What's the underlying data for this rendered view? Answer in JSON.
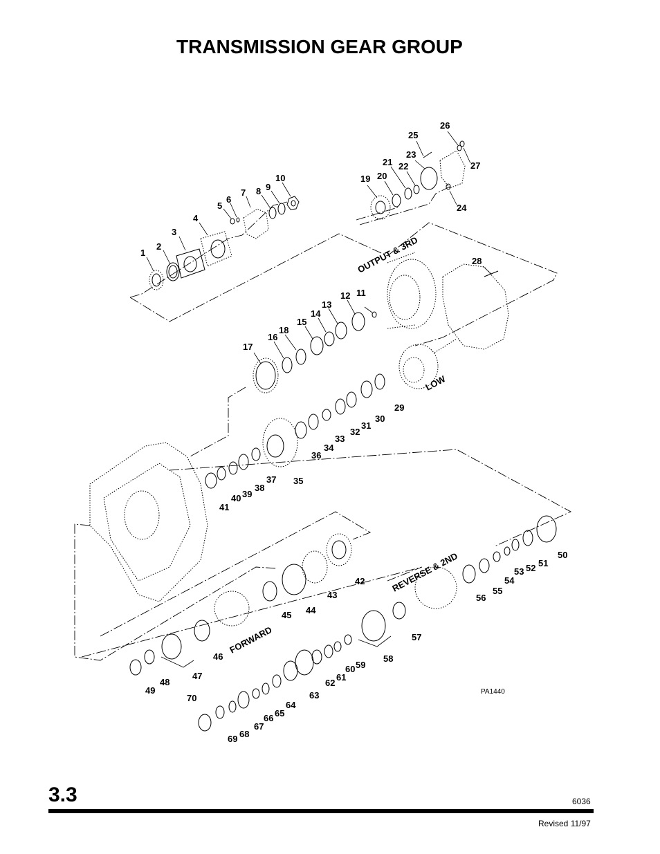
{
  "page": {
    "title": "TRANSMISSION GEAR GROUP",
    "section": "3.3",
    "doc_number": "6036",
    "revised": "Revised 11/97"
  },
  "diagram": {
    "figure_code": "PA1440",
    "groups": [
      {
        "name": "output_3rd",
        "label": "OUTPUT & 3RD"
      },
      {
        "name": "low",
        "label": "LOW"
      },
      {
        "name": "reverse_2nd",
        "label": "REVERSE & 2ND"
      },
      {
        "name": "forward",
        "label": "FORWARD"
      }
    ],
    "callouts": [
      "1",
      "2",
      "3",
      "4",
      "5",
      "6",
      "7",
      "8",
      "9",
      "10",
      "11",
      "12",
      "13",
      "14",
      "15",
      "16",
      "17",
      "18",
      "19",
      "20",
      "21",
      "22",
      "23",
      "24",
      "25",
      "26",
      "27",
      "28",
      "29",
      "30",
      "31",
      "32",
      "33",
      "34",
      "35",
      "36",
      "37",
      "38",
      "39",
      "40",
      "41",
      "42",
      "43",
      "44",
      "45",
      "46",
      "47",
      "48",
      "49",
      "50",
      "51",
      "52",
      "53",
      "54",
      "55",
      "56",
      "57",
      "58",
      "59",
      "60",
      "61",
      "62",
      "63",
      "64",
      "65",
      "66",
      "67",
      "68",
      "69",
      "70"
    ]
  }
}
